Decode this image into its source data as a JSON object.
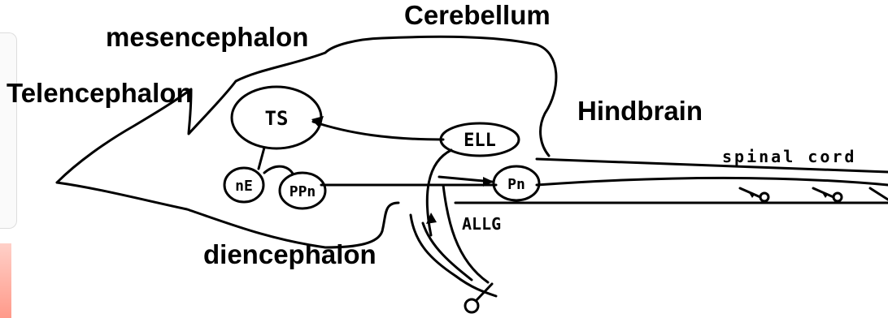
{
  "labels": {
    "cerebellum": "Cerebellum",
    "mesencephalon": "mesencephalon",
    "telencephalon": "Telencephalon",
    "hindbrain": "Hindbrain",
    "diencephalon": "diencephalon",
    "spinal_cord": "spinal cord"
  },
  "nuclei": {
    "ts": "TS",
    "ell": "ELL",
    "ne": "nE",
    "ppn": "PPn",
    "pn": "Pn",
    "allg": "ALLG"
  }
}
